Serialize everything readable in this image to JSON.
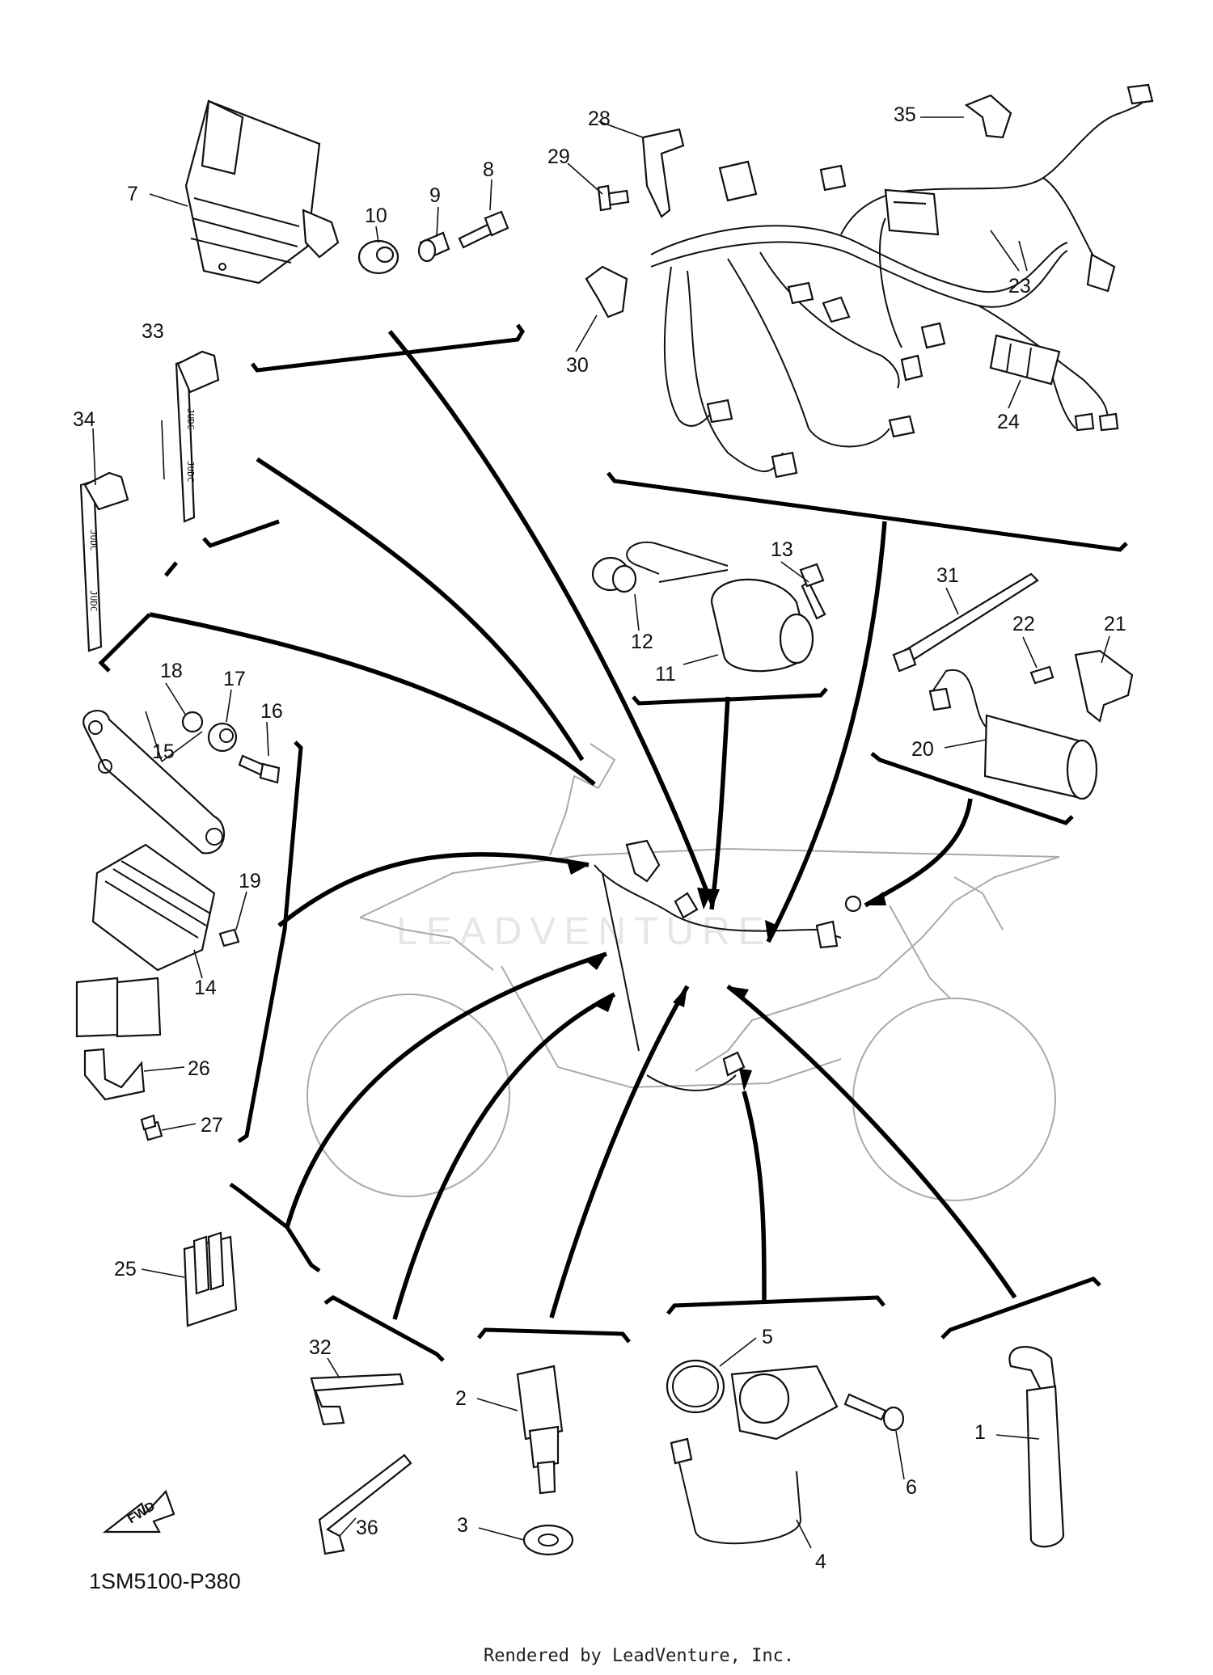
{
  "parts": [
    {
      "number": "1",
      "icon": "spark-plug-cap-icon"
    },
    {
      "number": "2",
      "icon": "temperature-sensor-icon"
    },
    {
      "number": "3",
      "icon": "washer-icon"
    },
    {
      "number": "4",
      "icon": "neutral-switch-icon"
    },
    {
      "number": "5",
      "icon": "o-ring-icon"
    },
    {
      "number": "6",
      "icon": "bolt-icon"
    },
    {
      "number": "7",
      "icon": "ecu-icon"
    },
    {
      "number": "8",
      "icon": "bolt-icon"
    },
    {
      "number": "9",
      "icon": "collar-icon"
    },
    {
      "number": "10",
      "icon": "grommet-icon"
    },
    {
      "number": "11",
      "icon": "ignition-coil-icon"
    },
    {
      "number": "12",
      "icon": "grommet-icon"
    },
    {
      "number": "13",
      "icon": "bolt-icon"
    },
    {
      "number": "14",
      "icon": "rectifier-regulator-icon"
    },
    {
      "number": "15",
      "icon": "bracket-icon"
    },
    {
      "number": "16",
      "icon": "bolt-icon"
    },
    {
      "number": "17",
      "icon": "grommet-icon"
    },
    {
      "number": "18",
      "icon": "collar-icon"
    },
    {
      "number": "19",
      "icon": "bolt-icon"
    },
    {
      "number": "20",
      "icon": "condenser-icon"
    },
    {
      "number": "21",
      "icon": "bracket-icon"
    },
    {
      "number": "22",
      "icon": "screw-icon"
    },
    {
      "number": "23",
      "icon": "wire-harness-icon"
    },
    {
      "number": "24",
      "icon": "connector-icon"
    },
    {
      "number": "25",
      "icon": "coupler-icon"
    },
    {
      "number": "26",
      "icon": "plate-icon"
    },
    {
      "number": "27",
      "icon": "screw-icon"
    },
    {
      "number": "28",
      "icon": "bracket-icon"
    },
    {
      "number": "29",
      "icon": "screw-icon"
    },
    {
      "number": "30",
      "icon": "clamp-icon"
    },
    {
      "number": "31",
      "icon": "cable-tie-icon"
    },
    {
      "number": "32",
      "icon": "band-icon"
    },
    {
      "number": "33",
      "icon": "cable-tie-icon"
    },
    {
      "number": "34",
      "icon": "cable-tie-icon"
    },
    {
      "number": "35",
      "icon": "clamp-icon"
    },
    {
      "number": "36",
      "icon": "band-icon"
    }
  ],
  "diagram_code": "1SM5100-P380",
  "fwd_label": "FWD",
  "watermark": "LEADVENTURE",
  "footer": "Rendered by LeadVenture, Inc.",
  "tie_marking": "JUDC"
}
